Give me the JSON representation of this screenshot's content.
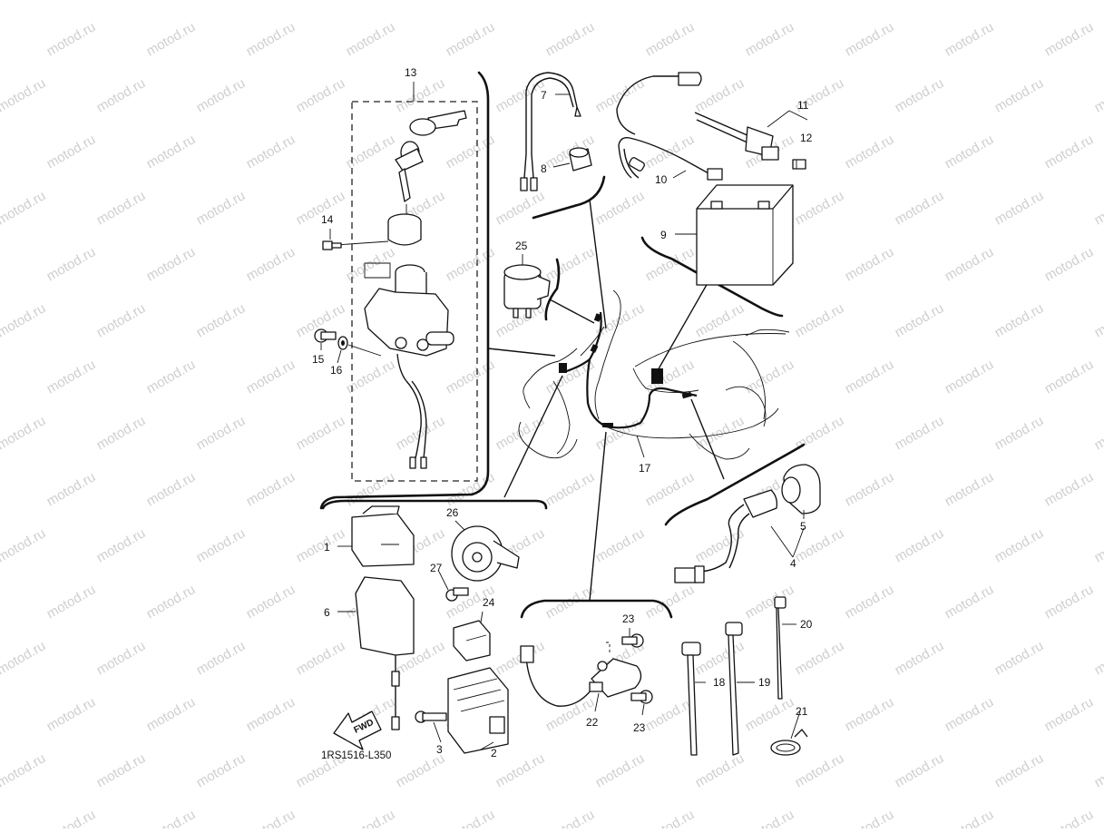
{
  "watermark": "motod.ru",
  "drawing_code": "1RS1516-L350",
  "fwd_label": "FWD",
  "callouts": {
    "c1": "1",
    "c2": "2",
    "c3": "3",
    "c4": "4",
    "c5": "5",
    "c6": "6",
    "c7": "7",
    "c8": "8",
    "c9": "9",
    "c10": "10",
    "c11": "11",
    "c12": "12",
    "c13": "13",
    "c14": "14",
    "c15": "15",
    "c16": "16",
    "c17": "17",
    "c18": "18",
    "c19": "19",
    "c20": "20",
    "c21": "21",
    "c22": "22",
    "c23a": "23",
    "c23b": "23",
    "c24": "24",
    "c25": "25",
    "c26": "26",
    "c27": "27"
  },
  "colors": {
    "line": "#111111",
    "watermark": "#cfcfcf",
    "background": "#ffffff"
  }
}
